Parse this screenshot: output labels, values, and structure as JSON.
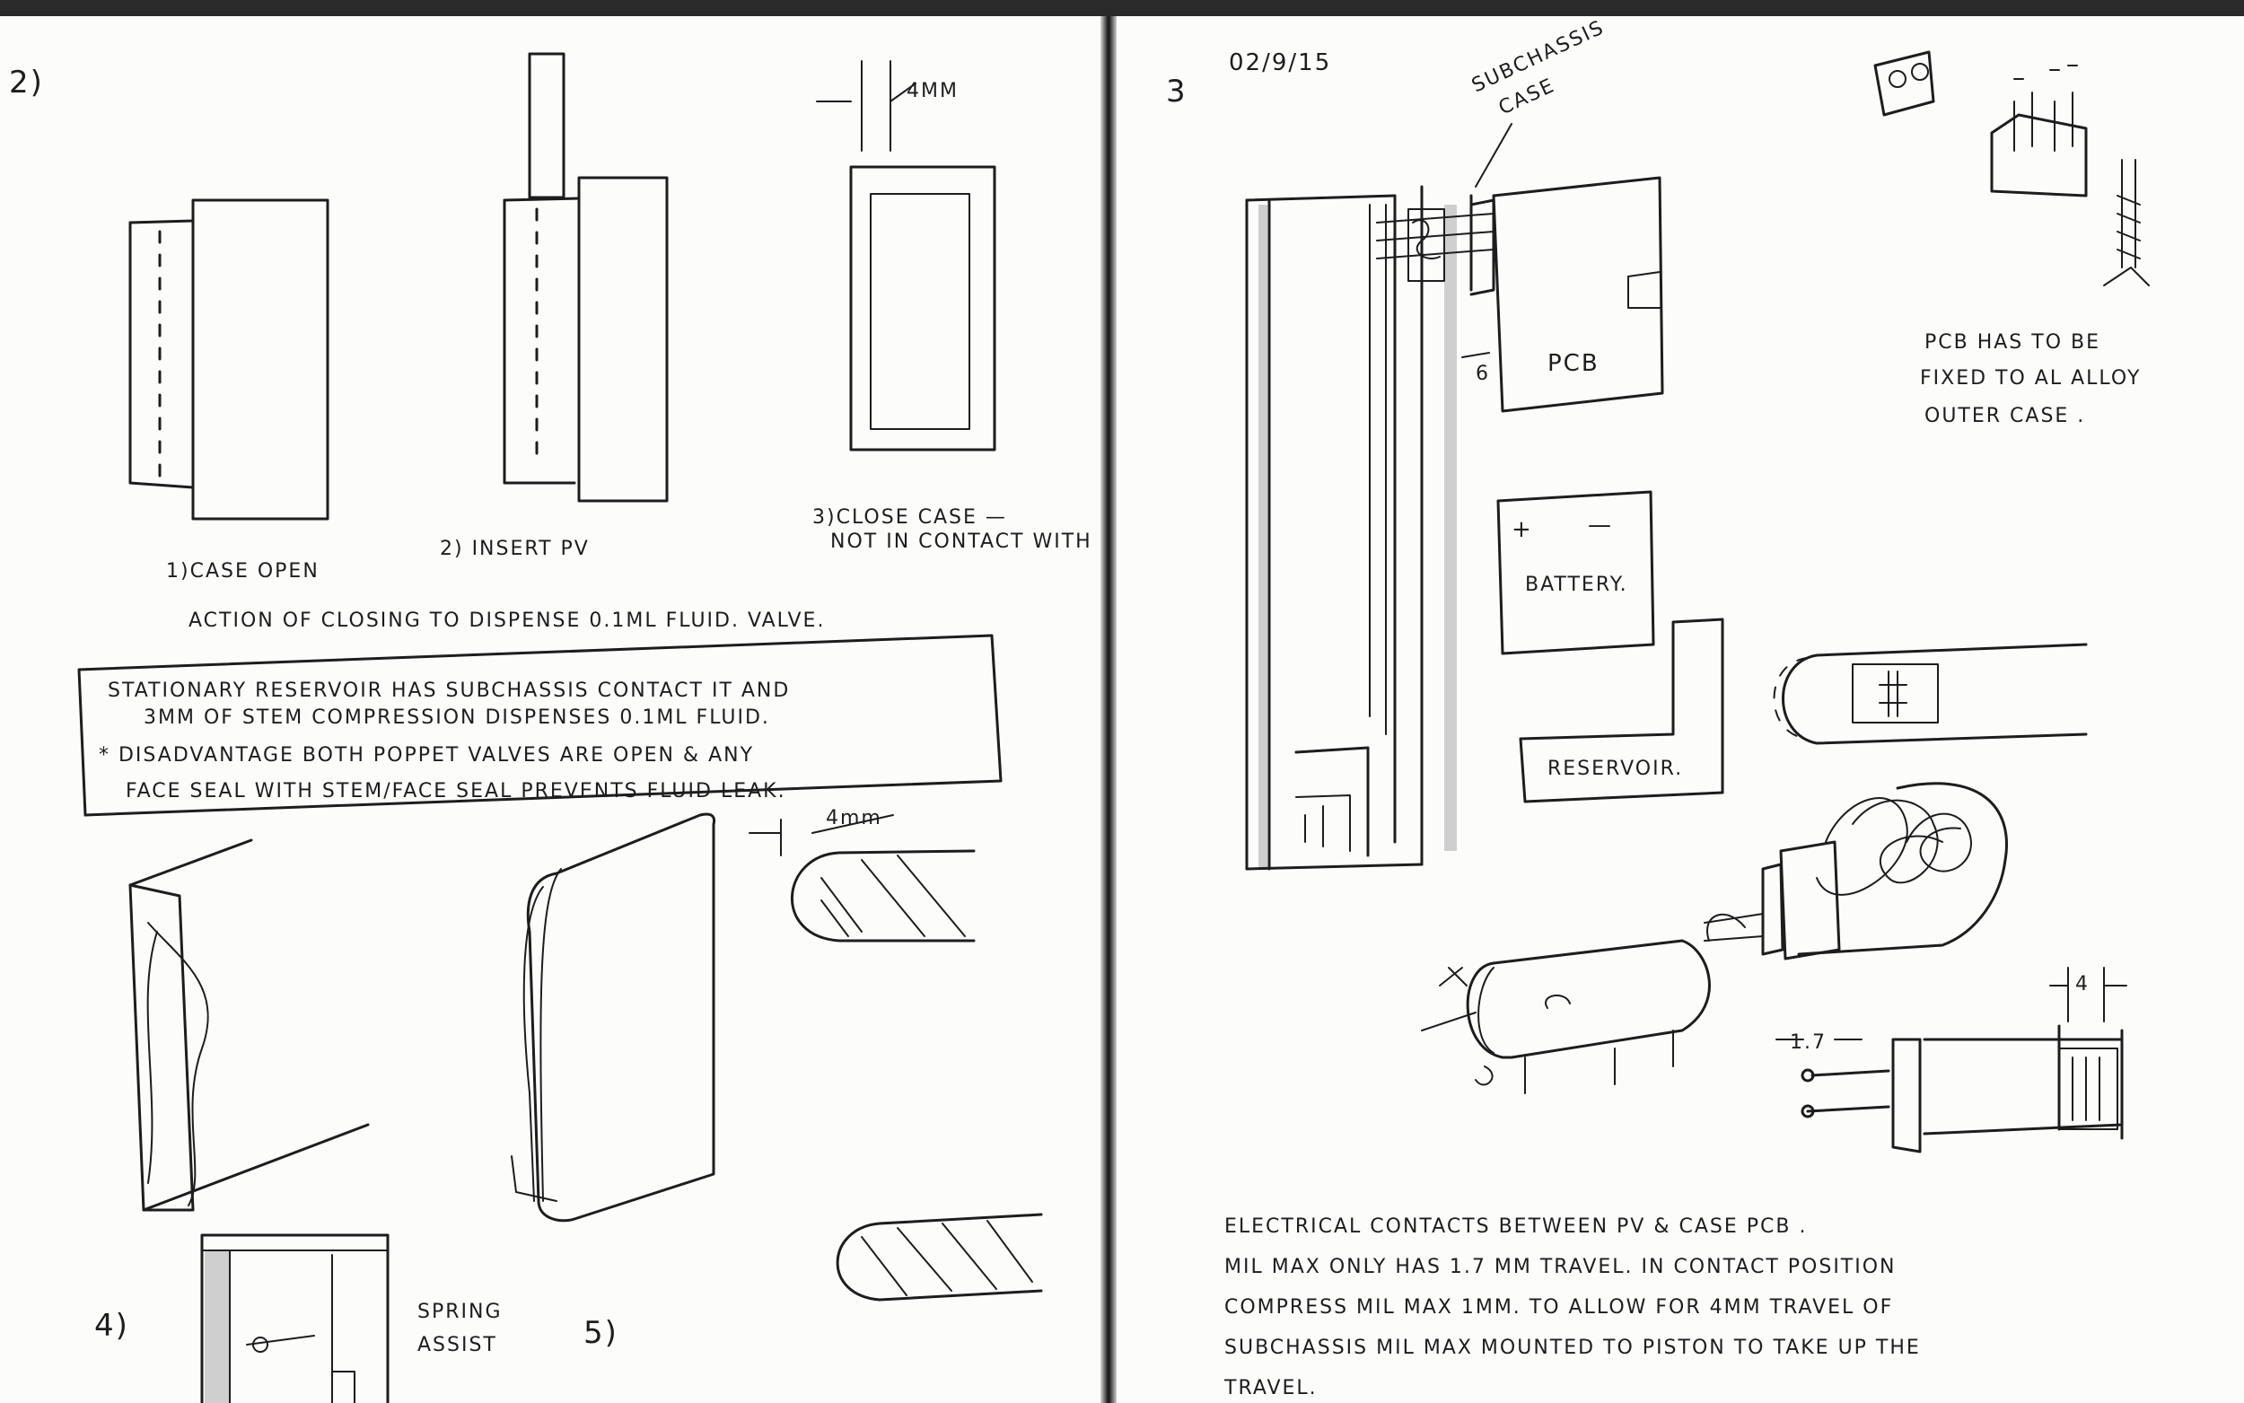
{
  "left_page": {
    "page_number": "2)",
    "dimension_top": "4MM",
    "captions": {
      "step1": "1)CASE OPEN",
      "step2": "2) INSERT PV",
      "step3_line1": "3)CLOSE CASE —",
      "step3_line2": "NOT IN CONTACT WITH",
      "action": "ACTION OF CLOSING TO DISPENSE 0.1ML FLUID. VALVE."
    },
    "box_note": [
      "STATIONARY RESERVOIR HAS SUBCHASSIS CONTACT IT AND",
      "3MM OF STEM COMPRESSION DISPENSES 0.1ML FLUID.",
      "* DISADVANTAGE   BOTH POPPET VALVES ARE OPEN & ANY",
      "FACE SEAL WITH STEM/FACE SEAL PREVENTS FLUID LEAK."
    ],
    "dimension_mid": "4mm",
    "bottom": {
      "step4": "4)",
      "spring_assist_line1": "SPRING",
      "spring_assist_line2": "ASSIST",
      "step5": "5)"
    }
  },
  "right_page": {
    "page_number": "3",
    "date": "02/9/15",
    "subchassis_label_line1": "SUBCHASSIS",
    "subchassis_label_line2": "CASE",
    "pcb_label": "PCB",
    "pcb_mark": "6",
    "battery_label": "BATTERY.",
    "battery_plus": "+",
    "battery_minus": "—",
    "reservoir_label": "RESERVOIR.",
    "pcb_note": [
      "PCB HAS TO BE",
      "FIXED TO AL ALLOY",
      "OUTER CASE ."
    ],
    "dim_four": "4",
    "dim_travel": "1.7",
    "electrical_note": [
      "ELECTRICAL CONTACTS BETWEEN PV & CASE PCB .",
      "MIL MAX ONLY HAS 1.7 MM TRAVEL. IN CONTACT POSITION",
      "COMPRESS MIL MAX 1MM. TO ALLOW FOR 4MM TRAVEL OF",
      "SUBCHASSIS  MIL  MAX  MOUNTED TO  PISTON TO TAKE UP THE",
      "TRAVEL."
    ]
  }
}
